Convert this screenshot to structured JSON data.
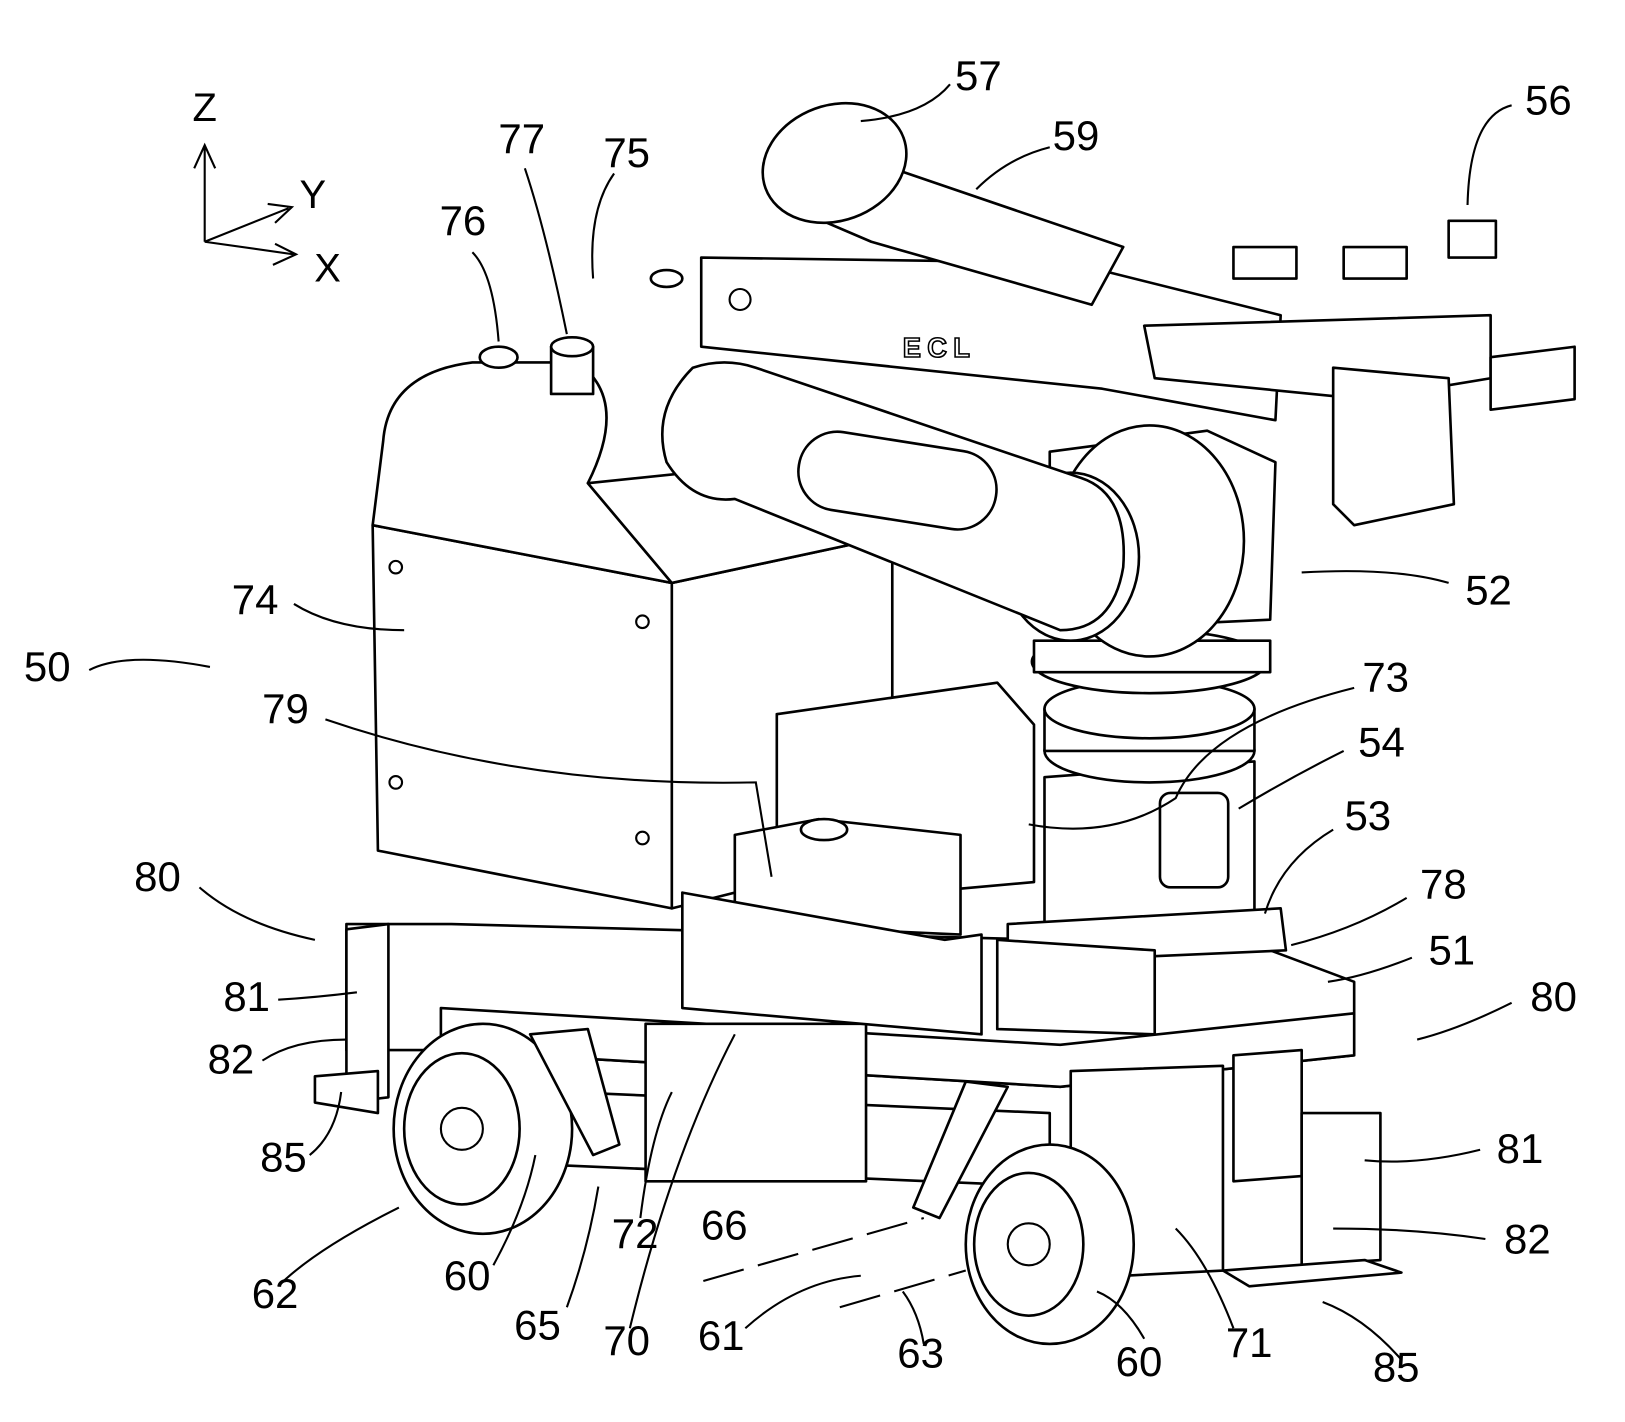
{
  "axes": {
    "z": "Z",
    "y": "Y",
    "x": "X"
  },
  "machine_marking": "ECL",
  "labels": {
    "l57": "57",
    "l59": "59",
    "l56": "56",
    "l77": "77",
    "l75": "75",
    "l76": "76",
    "l74": "74",
    "l50": "50",
    "l52": "52",
    "l73": "73",
    "l54": "54",
    "l79": "79",
    "l53": "53",
    "l80a": "80",
    "l78": "78",
    "l51": "51",
    "l80b": "80",
    "l81a": "81",
    "l82a": "82",
    "l85a": "85",
    "l81b": "81",
    "l82b": "82",
    "l62": "62",
    "l60a": "60",
    "l72": "72",
    "l66": "66",
    "l65": "65",
    "l70": "70",
    "l61": "61",
    "l63": "63",
    "l60b": "60",
    "l71": "71",
    "l85b": "85"
  }
}
